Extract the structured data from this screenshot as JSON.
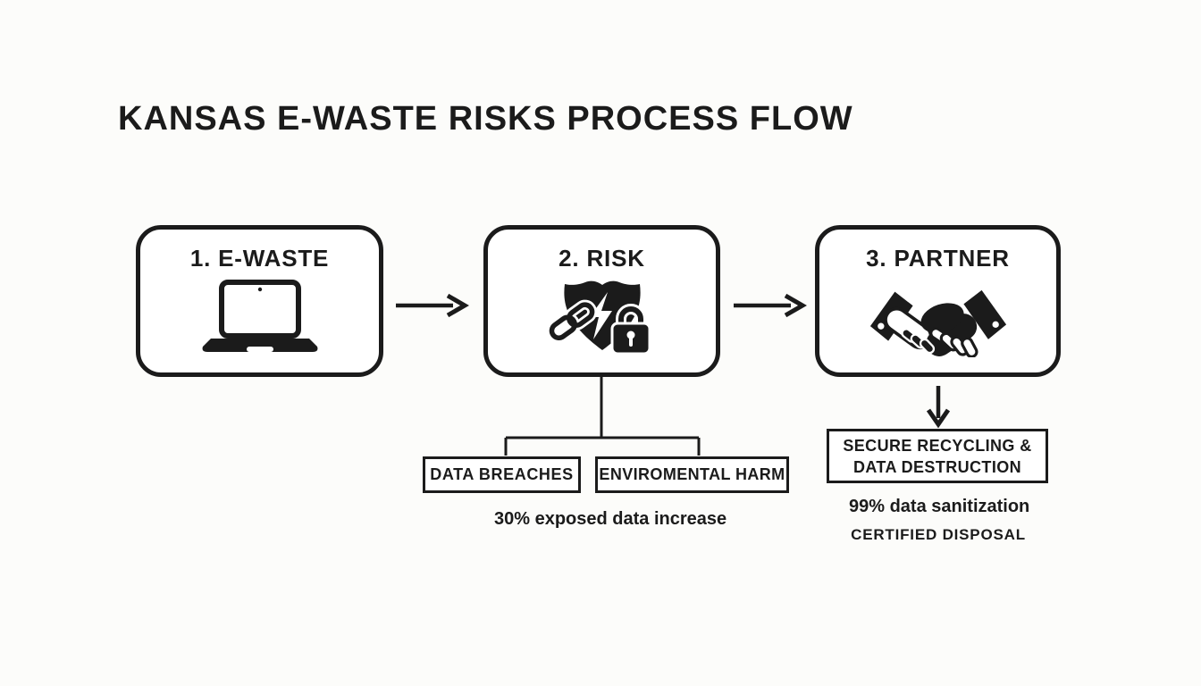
{
  "title": "KANSAS E-WASTE RISKS PROCESS FLOW",
  "colors": {
    "ink": "#1b1b1b",
    "background": "#fcfcfa",
    "box_fill": "#ffffff"
  },
  "steps": [
    {
      "label": "1. E-WASTE",
      "icon": "laptop-icon"
    },
    {
      "label": "2. RISK",
      "icon": "shield-lock-chain-icon"
    },
    {
      "label": "3. PARTNER",
      "icon": "handshake-icon"
    }
  ],
  "risk_branches": {
    "boxes": [
      {
        "label": "DATA BREACHES"
      },
      {
        "label": "ENVIROMENTAL HARM"
      }
    ],
    "stat": "30% exposed data increase"
  },
  "partner_outcome": {
    "box": {
      "line1": "SECURE RECYCLING &",
      "line2": "DATA DESTRUCTION"
    },
    "stat": "99% data sanitization",
    "certification": "CERTIFIED DISPOSAL"
  }
}
